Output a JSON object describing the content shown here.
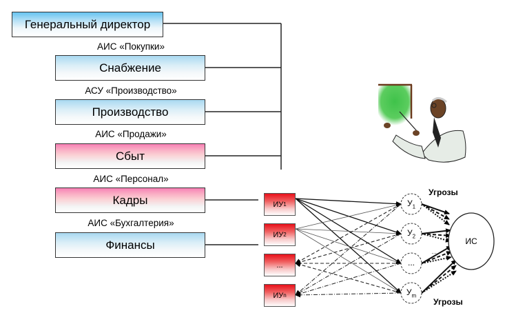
{
  "org_chart": {
    "director": "Генеральный директор",
    "departments": [
      {
        "system_label": "АИС «Покупки»",
        "name": "Снабжение",
        "color": "blue"
      },
      {
        "system_label": "АСУ «Производство»",
        "name": "Производство",
        "color": "blue"
      },
      {
        "system_label": "АИС «Продажи»",
        "name": "Сбыт",
        "color": "pink"
      },
      {
        "system_label": "АИС «Персонал»",
        "name": "Кадры",
        "color": "pink"
      },
      {
        "system_label": "АИС «Бухгалтерия»",
        "name": "Финансы",
        "color": "blue"
      }
    ]
  },
  "threat_model": {
    "sources": [
      {
        "label": "ИУ",
        "sub": "1"
      },
      {
        "label": "ИУ",
        "sub": "2"
      },
      {
        "label": "...",
        "sub": ""
      },
      {
        "label": "ИУ",
        "sub": "n"
      }
    ],
    "vulnerabilities": [
      {
        "label": "У",
        "sub": "1"
      },
      {
        "label": "У",
        "sub": "2"
      },
      {
        "label": "...",
        "sub": ""
      },
      {
        "label": "У",
        "sub": "m"
      }
    ],
    "target": "ИС",
    "threats_top": "Угрозы",
    "threats_bottom": "Угрозы",
    "between_ellipsis": "...",
    "colors": {
      "source_red": "#e8101a",
      "blue_header": "#66c3f0",
      "pink_header": "#f77fb4",
      "board_green": "#3fc24a"
    }
  },
  "illustration": {
    "name": "lecturer-with-pointer-clipart"
  }
}
